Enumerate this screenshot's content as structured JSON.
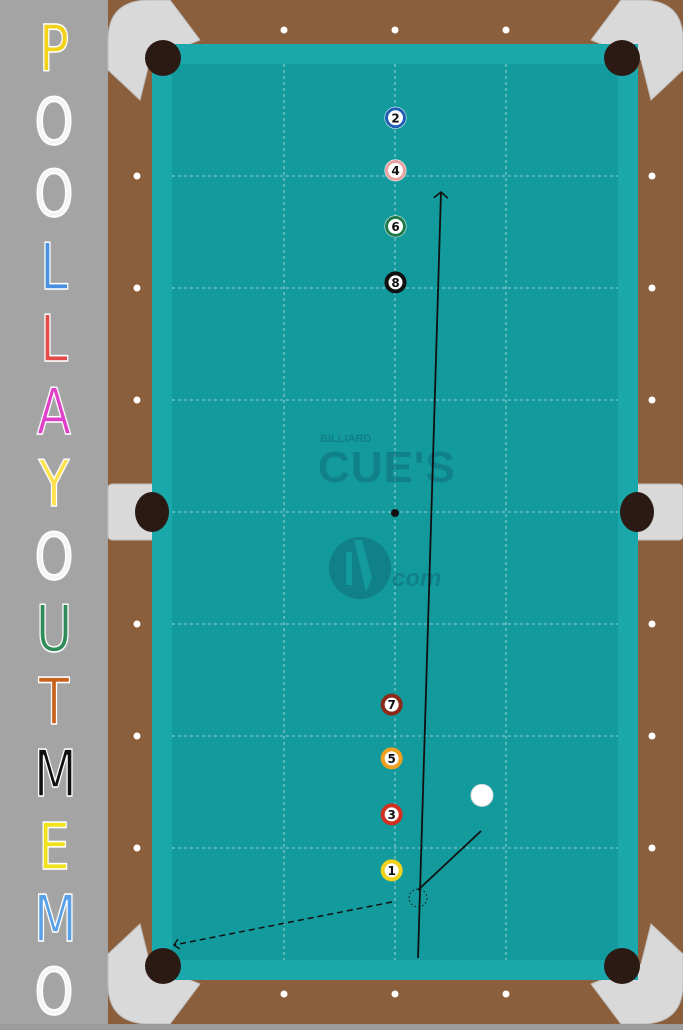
{
  "title": {
    "letters": [
      {
        "char": "P",
        "color": "#f2d21b"
      },
      {
        "char": "O",
        "color": "#f5f5f5"
      },
      {
        "char": "O",
        "color": "#f5f5f5"
      },
      {
        "char": "L",
        "color": "#4a90e2"
      },
      {
        "char": "L",
        "color": "#e34b4b"
      },
      {
        "char": "A",
        "color": "#e040c8"
      },
      {
        "char": "Y",
        "color": "#ffe24a"
      },
      {
        "char": "O",
        "color": "#f5f5f5"
      },
      {
        "char": "U",
        "color": "#2e8b57"
      },
      {
        "char": "T",
        "color": "#c8621a"
      },
      {
        "char": "M",
        "color": "#111111"
      },
      {
        "char": "E",
        "color": "#f2e21b"
      },
      {
        "char": "M",
        "color": "#5aa0e8"
      },
      {
        "char": "O",
        "color": "#f5f5f5"
      }
    ]
  },
  "watermark": {
    "line1": "BILLIARD",
    "line2": "CUE'S",
    "line3": "com"
  },
  "table": {
    "felt_color": "#139a9c",
    "cushion_color": "#1aa8aa",
    "rail_color": "#8b5e3c",
    "pocket_color": "#2b1a14",
    "pocket_rim_color": "#d9d9d9"
  },
  "balls": [
    {
      "number": "2",
      "stripe_color": "#1e5fb4",
      "solid": false,
      "col": 2,
      "row": 0.48
    },
    {
      "number": "4",
      "stripe_color": "#e8a0a0",
      "solid": false,
      "col": 2,
      "row": 0.95
    },
    {
      "number": "6",
      "stripe_color": "#1f7a4a",
      "solid": false,
      "col": 2,
      "row": 1.45
    },
    {
      "number": "8",
      "stripe_color": "#111111",
      "solid": true,
      "col": 2,
      "row": 1.95
    },
    {
      "number": "7",
      "stripe_color": "#8b2a1a",
      "solid": true,
      "col": 1.97,
      "row": 5.72
    },
    {
      "number": "5",
      "stripe_color": "#f0a020",
      "solid": true,
      "col": 1.97,
      "row": 6.2
    },
    {
      "number": "3",
      "stripe_color": "#d03020",
      "solid": true,
      "col": 1.97,
      "row": 6.7
    },
    {
      "number": "1",
      "stripe_color": "#f2d21b",
      "solid": true,
      "col": 1.97,
      "row": 7.2
    }
  ],
  "cue_ball": {
    "col": 2.78,
    "row": 6.53
  }
}
